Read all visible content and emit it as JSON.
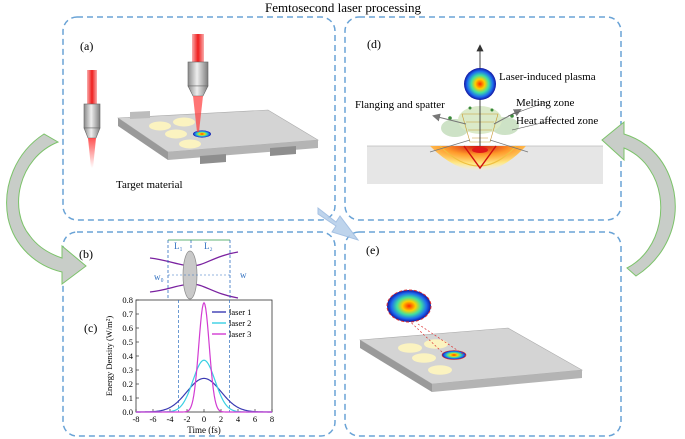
{
  "title": "Femtosecond laser processing",
  "panels": {
    "a": {
      "label": "(a)",
      "caption": "Target material"
    },
    "b": {
      "label": "(b)",
      "L1": "L₁",
      "L2": "L₂",
      "w0": "w₀",
      "w": "w"
    },
    "c": {
      "label": "(c)",
      "chart_data": {
        "type": "line",
        "xlabel": "Time (fs)",
        "ylabel": "Energy Density (W/m²)",
        "xlim": [
          -8,
          8
        ],
        "ylim": [
          0,
          0.8
        ],
        "xticks": [
          -8,
          -6,
          -4,
          -2,
          0,
          2,
          4,
          6,
          8
        ],
        "yticks": [
          0.0,
          0.1,
          0.2,
          0.3,
          0.4,
          0.5,
          0.6,
          0.7,
          0.8
        ],
        "legend_position": "top-right",
        "series": [
          {
            "name": "laser 1",
            "color": "#3b3bb3",
            "peak": 0.24,
            "sigma": 2.0
          },
          {
            "name": "laser 2",
            "color": "#39d0e3",
            "peak": 0.37,
            "sigma": 1.3
          },
          {
            "name": "laser 3",
            "color": "#d23cd2",
            "peak": 0.78,
            "sigma": 0.62
          }
        ]
      }
    },
    "d": {
      "label": "(d)",
      "annotations": {
        "plasma": "Laser-induced plasma",
        "flanging": "Flanging and spatter",
        "melting": "Melting zone",
        "haz": "Heat affected zone"
      }
    },
    "e": {
      "label": "(e)"
    }
  },
  "colors": {
    "dashed_box": "#6aa3d6",
    "arrow_fill": "#c8cdc8",
    "arrow_edge": "#7cc36a"
  }
}
